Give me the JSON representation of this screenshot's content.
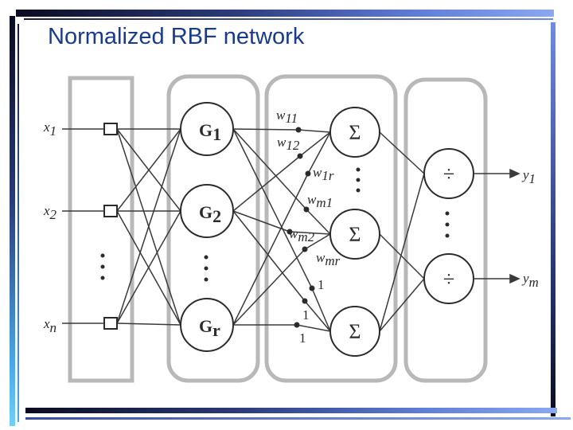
{
  "title": "Normalized RBF network",
  "inputs": [
    {
      "base": "x",
      "sub": "1"
    },
    {
      "base": "x",
      "sub": "2"
    },
    {
      "base": "x",
      "sub": "n"
    }
  ],
  "gaussians": [
    {
      "base": "G",
      "sub": "1"
    },
    {
      "base": "G",
      "sub": "2"
    },
    {
      "base": "G",
      "sub": "r"
    }
  ],
  "sum_symbol": "Σ",
  "div_symbol": "÷",
  "weights": [
    {
      "base": "w",
      "sub": "11"
    },
    {
      "base": "w",
      "sub": "12"
    },
    {
      "base": "w",
      "sub": "1r"
    },
    {
      "base": "w",
      "sub": "m1"
    },
    {
      "base": "w",
      "sub": "m2"
    },
    {
      "base": "w",
      "sub": "mr"
    }
  ],
  "ones": [
    "1",
    "1",
    "1"
  ],
  "outputs": [
    {
      "base": "y",
      "sub": "1"
    },
    {
      "base": "y",
      "sub": "m"
    }
  ],
  "colors": {
    "title": "#1a3a8c",
    "line": "#3a3a3a",
    "panel": "#b8b8b8"
  }
}
